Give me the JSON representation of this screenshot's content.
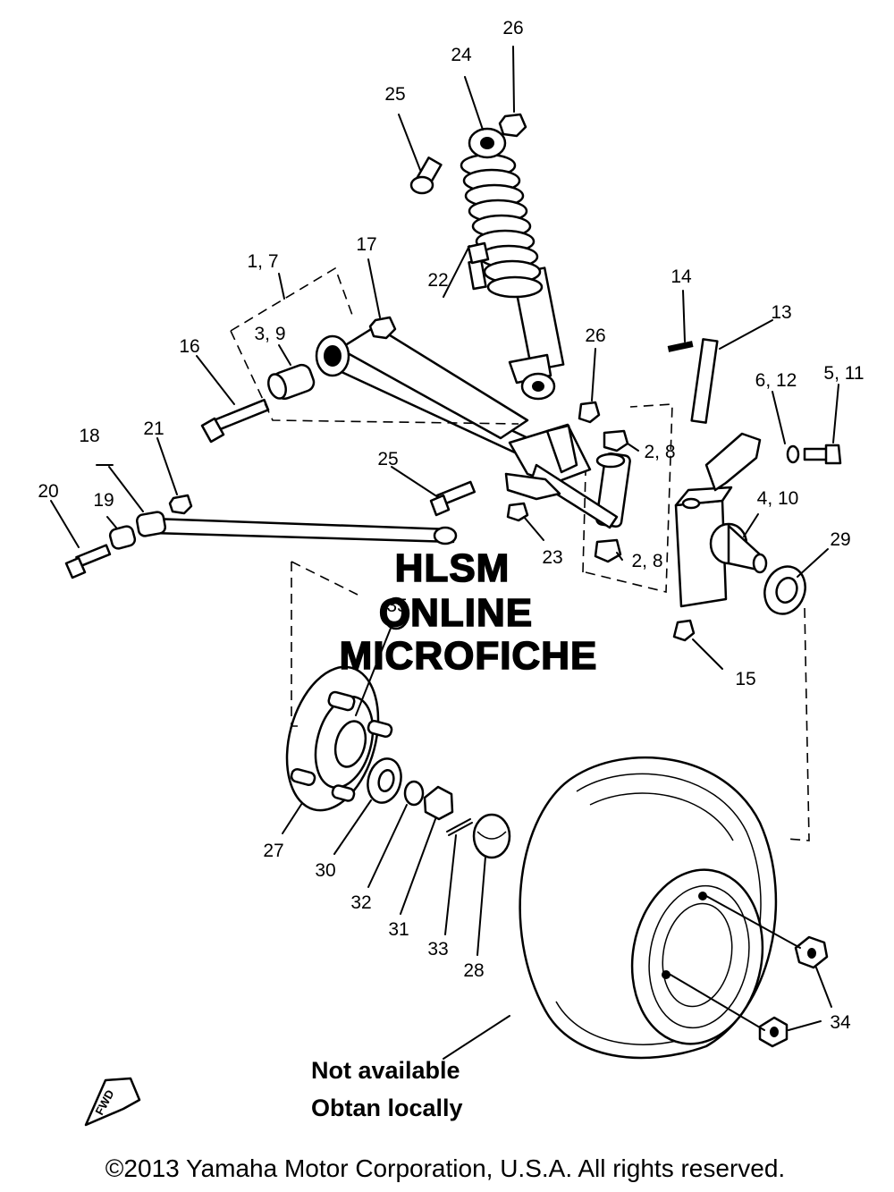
{
  "diagram": {
    "callouts": {
      "c26a": "26",
      "c24": "24",
      "c25a": "25",
      "c17": "17",
      "c1_7": "1, 7",
      "c22": "22",
      "c14": "14",
      "c13": "13",
      "c3_9": "3, 9",
      "c16": "16",
      "c26b": "26",
      "c6_12": "6, 12",
      "c5_11": "5, 11",
      "c18": "18",
      "c21": "21",
      "c2_8a": "2, 8",
      "c25b": "25",
      "c20": "20",
      "c19": "19",
      "c4_10": "4, 10",
      "c29": "29",
      "c23": "23",
      "c2_8b": "2, 8",
      "c35": "35",
      "c15": "15",
      "c27": "27",
      "c30": "30",
      "c32": "32",
      "c31": "31",
      "c33": "33",
      "c28": "28",
      "c34": "34"
    },
    "watermark": [
      "HLSM",
      "ONLINE",
      "MICROFICHE"
    ],
    "note": [
      "Not available",
      "Obtan locally"
    ],
    "fwd_label": "FWD",
    "copyright": "©2013 Yamaha Motor Corporation, U.S.A. All rights reserved."
  }
}
